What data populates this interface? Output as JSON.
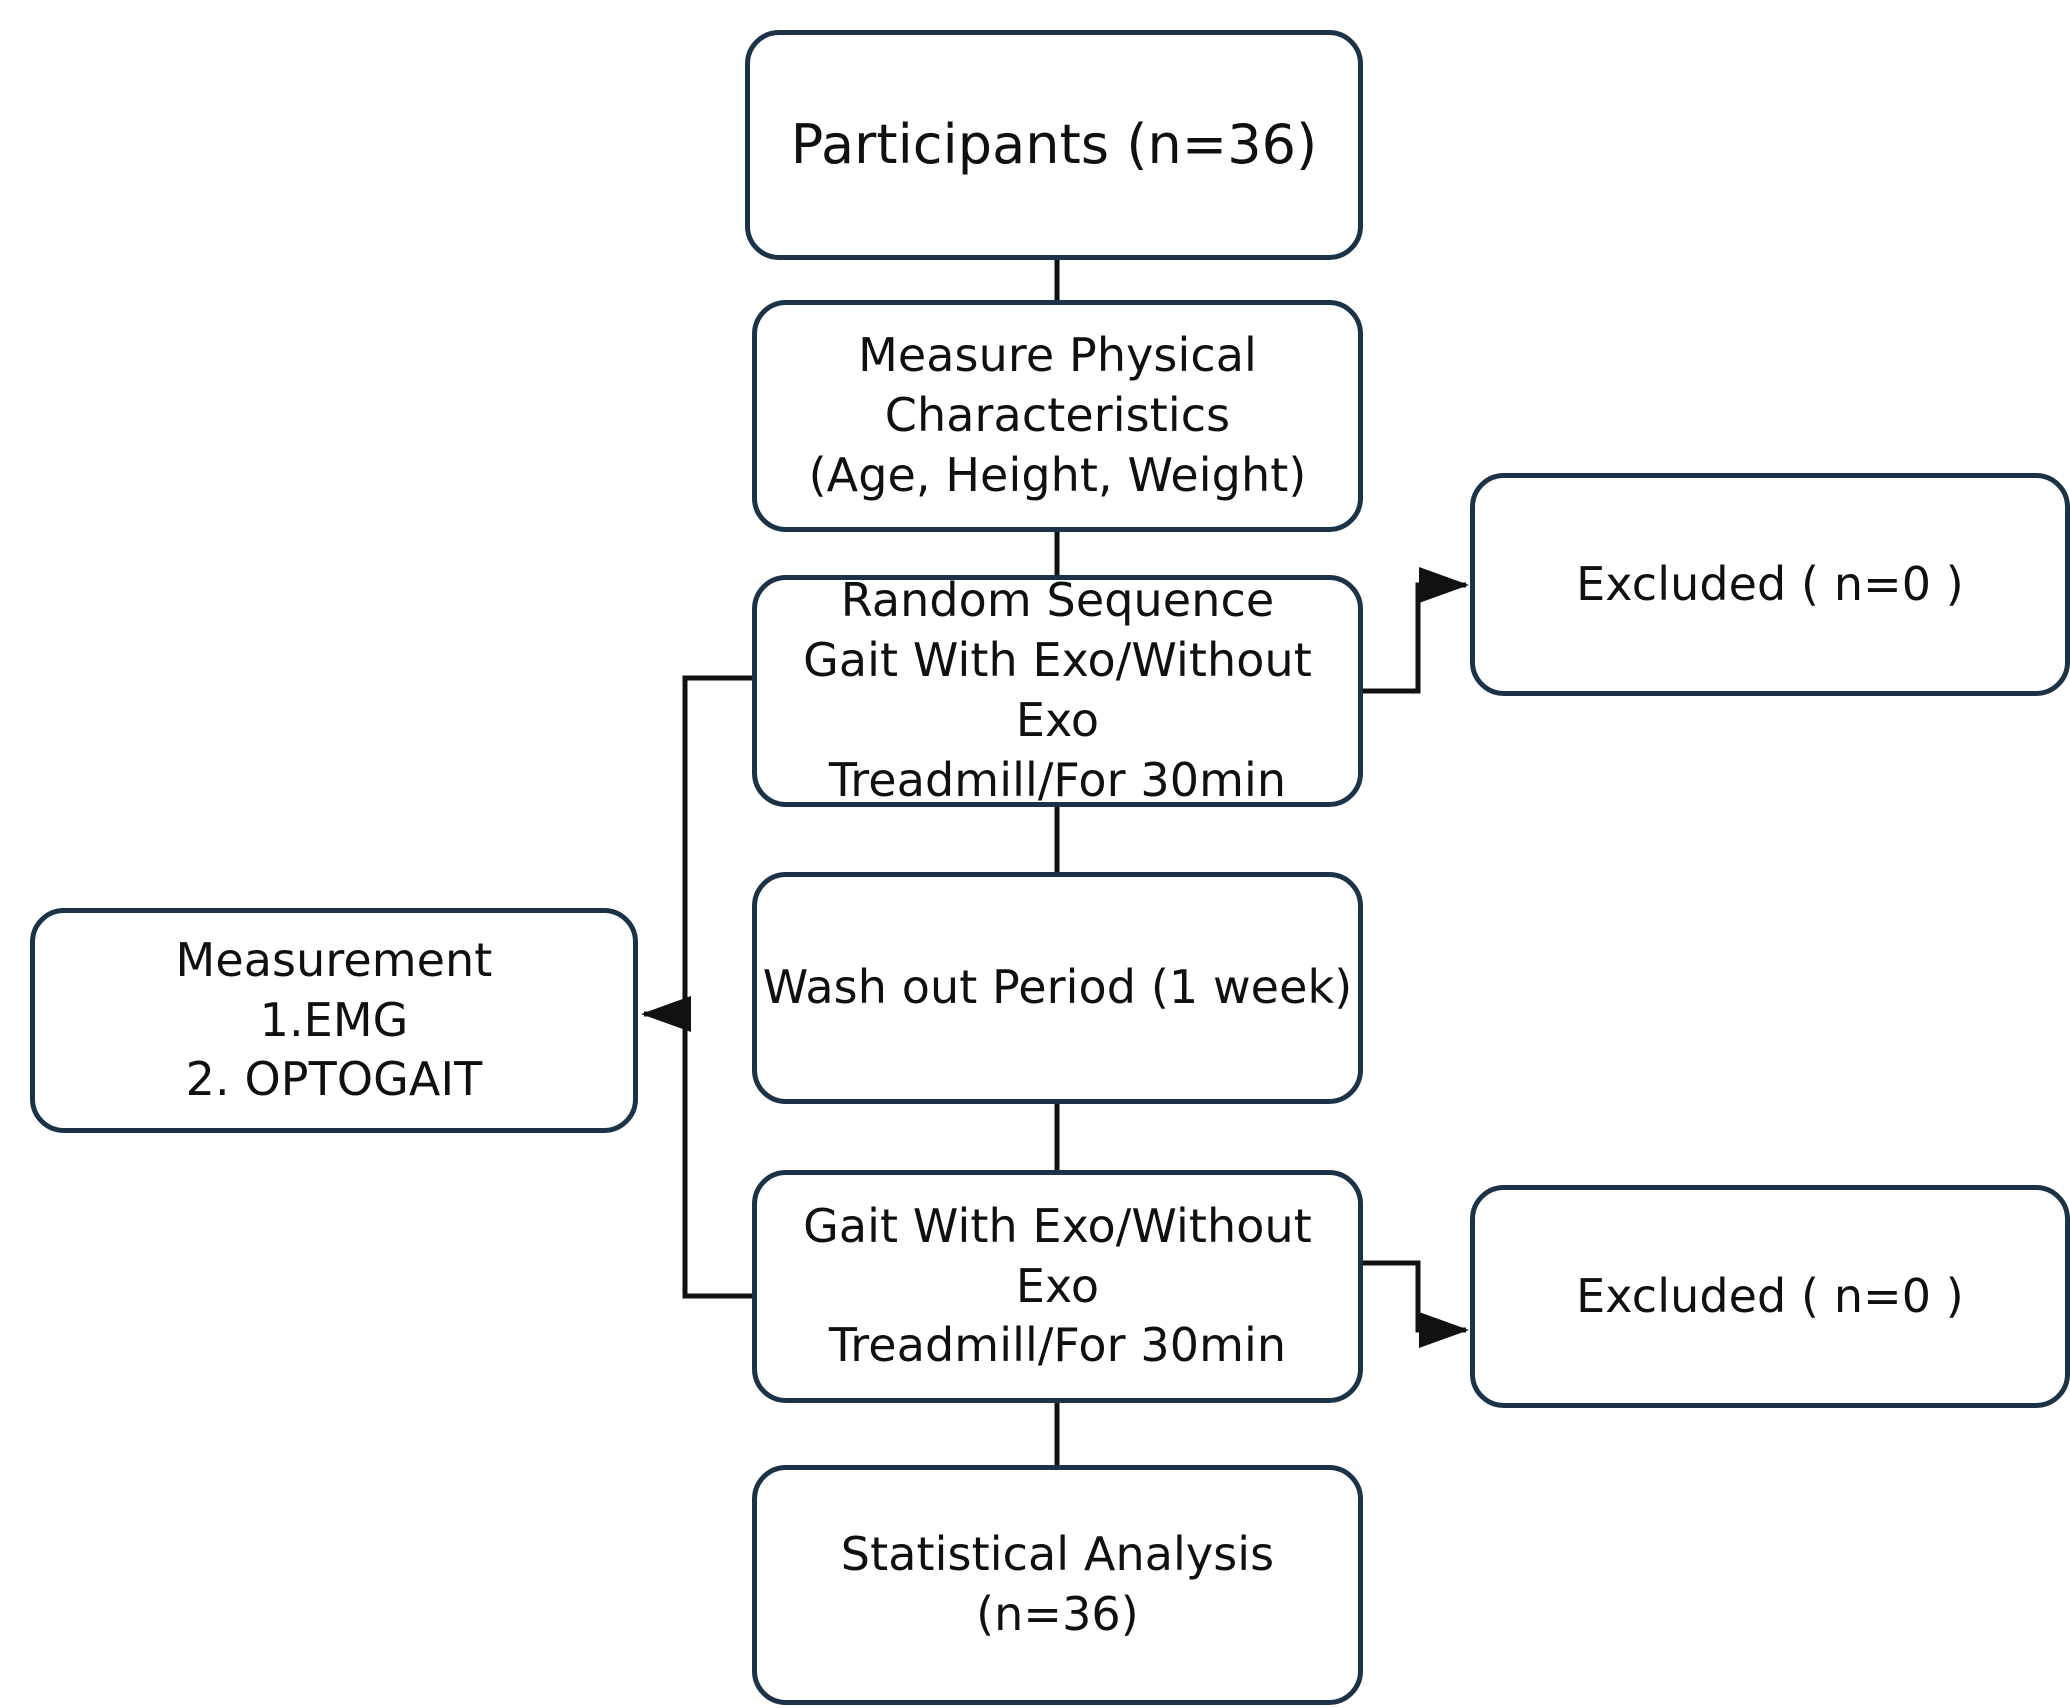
{
  "diagram": {
    "title": "Study protocol flowchart",
    "colors": {
      "node_border": "#1c3347",
      "connector": "#111111",
      "background": "#ffffff",
      "text": "#101010"
    },
    "nodes": {
      "participants": {
        "label": "Participants (n=36)"
      },
      "measure_physical": {
        "label": "Measure Physical\nCharacteristics\n(Age, Height, Weight)"
      },
      "random_sequence": {
        "label": "Random Sequence\nGait With Exo/Without Exo\nTreadmill/For 30min"
      },
      "excluded_1": {
        "label": "Excluded ( n=0 )"
      },
      "wash_out": {
        "label": "Wash out Period (1 week)"
      },
      "measurement": {
        "label": "Measurement\n1.EMG\n2. OPTOGAIT"
      },
      "gait_second": {
        "label": "Gait With Exo/Without Exo\nTreadmill/For 30min"
      },
      "excluded_2": {
        "label": "Excluded ( n=0 )"
      },
      "statistical_analysis": {
        "label": "Statistical Analysis (n=36)"
      }
    },
    "connectors": [
      {
        "name": "participants-to-measure",
        "kind": "line"
      },
      {
        "name": "measure-to-random",
        "kind": "line"
      },
      {
        "name": "random-to-excluded-1",
        "kind": "arrow"
      },
      {
        "name": "random-to-washout",
        "kind": "line"
      },
      {
        "name": "washout-to-gait2",
        "kind": "line"
      },
      {
        "name": "gait2-to-excluded-2",
        "kind": "arrow"
      },
      {
        "name": "gait2-to-stats",
        "kind": "line"
      },
      {
        "name": "protocol-to-measurement",
        "kind": "arrow"
      }
    ]
  }
}
